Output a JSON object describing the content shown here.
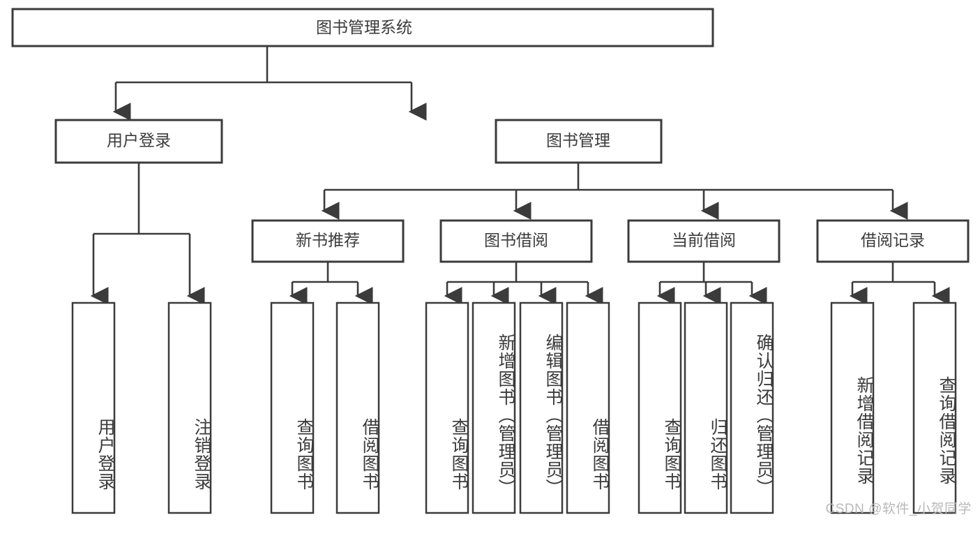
{
  "diagram": {
    "type": "hierarchy-tree",
    "title": "图书管理系统",
    "root": {
      "id": "root",
      "label": "图书管理系统"
    },
    "level2": [
      {
        "id": "user-login",
        "label": "用户登录"
      },
      {
        "id": "book-manage",
        "label": "图书管理"
      }
    ],
    "level3": [
      {
        "id": "new-book-recommend",
        "label": "新书推荐"
      },
      {
        "id": "book-borrow",
        "label": "图书借阅"
      },
      {
        "id": "current-borrow",
        "label": "当前借阅"
      },
      {
        "id": "borrow-record",
        "label": "借阅记录"
      }
    ],
    "leaves": {
      "user_login": [
        {
          "id": "leaf-user-login",
          "label": "用户登录"
        },
        {
          "id": "leaf-logout-login",
          "label": "注销登录"
        }
      ],
      "new_book_recommend": [
        {
          "id": "leaf-query-book-1",
          "label": "查询图书"
        },
        {
          "id": "leaf-borrow-book-1",
          "label": "借阅图书"
        }
      ],
      "book_borrow": [
        {
          "id": "leaf-query-book-2",
          "label": "查询图书"
        },
        {
          "id": "leaf-add-book",
          "label": "新增图书（管理员）"
        },
        {
          "id": "leaf-edit-book",
          "label": "编辑图书（管理员）"
        },
        {
          "id": "leaf-borrow-book-2",
          "label": "借阅图书"
        }
      ],
      "current_borrow": [
        {
          "id": "leaf-query-book-3",
          "label": "查询图书"
        },
        {
          "id": "leaf-return-book",
          "label": "归还图书"
        },
        {
          "id": "leaf-confirm-return",
          "label": "确认归还（管理员）"
        }
      ],
      "borrow_record": [
        {
          "id": "leaf-add-borrow-record",
          "label": "新增借阅记录"
        },
        {
          "id": "leaf-query-borrow-record",
          "label": "查询借阅记录"
        }
      ]
    }
  },
  "watermark": {
    "text": "CSDN @软件_小贺同学"
  },
  "colors": {
    "stroke": "#3b3b3b",
    "fill": "#ffffff",
    "text": "#3b3b3b",
    "watermark": "#b9b9b9"
  }
}
